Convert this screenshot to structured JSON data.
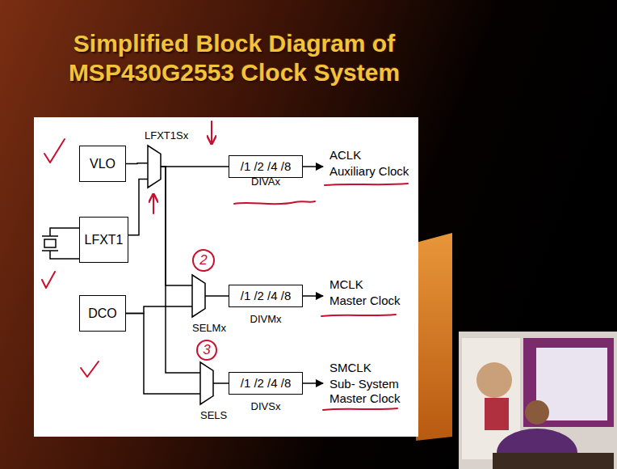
{
  "diagram": {
    "title": "Simplified Block Diagram of MSP430G2553 Clock System",
    "nodes": [
      {
        "text": [
          "VLO"
        ]
      },
      {
        "text": [
          "LFXT1"
        ]
      },
      {
        "text": [
          "DCO"
        ]
      },
      {
        "text": [
          "LFXT1Sx"
        ]
      },
      {
        "text": [
          "/1 /2 /4 /8",
          "DIVAx"
        ]
      },
      {
        "text": [
          "SELMx"
        ]
      },
      {
        "text": [
          "/1 /2 /4 /8",
          "DIVMx"
        ]
      },
      {
        "text": [
          "SELS"
        ]
      },
      {
        "text": [
          "/1 /2 /4 /8",
          "DIVSx"
        ]
      }
    ],
    "edges": [
      {
        "from": 0,
        "to": 3,
        "arrow": "none"
      },
      {
        "from": 1,
        "to": 3,
        "arrow": "none"
      },
      {
        "from": 3,
        "to": 4,
        "arrow": "none"
      },
      {
        "from": 3,
        "to": 5,
        "arrow": "none"
      },
      {
        "from": 2,
        "to": 5,
        "arrow": "none"
      },
      {
        "from": 5,
        "to": 6,
        "arrow": "none"
      },
      {
        "from": 3,
        "to": 7,
        "arrow": "none"
      },
      {
        "from": 2,
        "to": 7,
        "arrow": "none"
      },
      {
        "from": 7,
        "to": 8,
        "arrow": "none"
      }
    ],
    "labels": [
      "ACLK",
      "Auxiliary Clock",
      "2",
      "MCLK",
      "Master Clock",
      "3",
      "SMCLK",
      "Sub- System Master Clock"
    ]
  }
}
